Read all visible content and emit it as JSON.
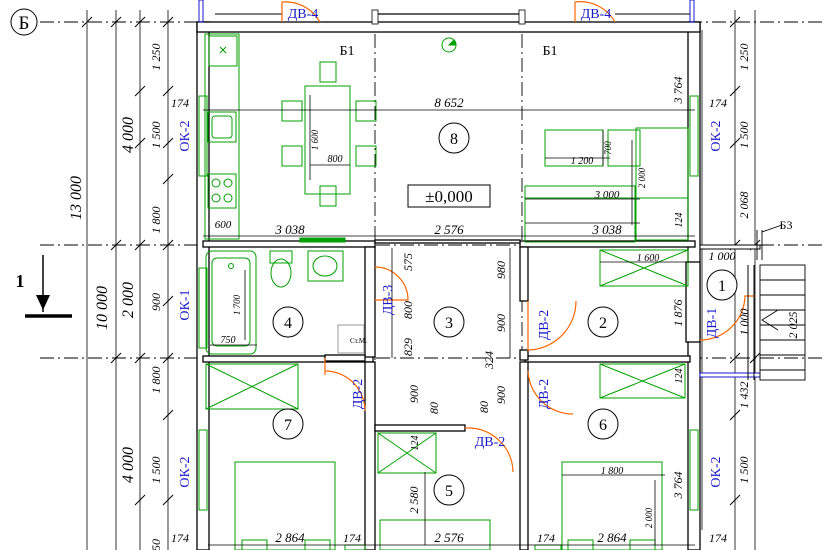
{
  "axis_label": "Б",
  "section_marker": {
    "number": "1"
  },
  "openings": {
    "dv4": "ДВ-4",
    "dv3": "ДВ-3",
    "dv2": "ДВ-2",
    "dv1": "ДВ-1",
    "ok2": "ОК-2",
    "ok1": "ОК-1",
    "b1": "Б1",
    "b3": "Б3"
  },
  "rooms": [
    "1",
    "2",
    "3",
    "4",
    "5",
    "6",
    "7",
    "8"
  ],
  "level_mark": "±0,000",
  "equipment_label": "Ст.М.",
  "left_dimensions": {
    "total": "13 000",
    "sub": "10 000",
    "zone_top": "4 000",
    "zone_mid": "2 000",
    "zone_bot": "4 000",
    "d1250": "1 250",
    "d1500a": "1 500",
    "d1800a": "1 800",
    "d900": "900",
    "d1800b": "1 800",
    "d1500b": "1 500"
  },
  "right_dimensions": {
    "d1250": "1 250",
    "d1500a": "1 500",
    "d2068": "2 068",
    "d1000": "1 000",
    "d1432": "1 432",
    "d1500b": "1 500",
    "d2025": "2 025"
  },
  "inner_dimensions": {
    "d8652": "8 652",
    "d174a": "174",
    "d174b": "174",
    "d174c": "174",
    "d174d": "174",
    "d3764a": "3 764",
    "d3764b": "3 764",
    "d1600v": "1 600",
    "d800h": "800",
    "d1200": "1 200",
    "d700": "700",
    "d2000a": "2 000",
    "d3000": "3 000",
    "d124a": "124",
    "d124b": "124",
    "d124c": "124",
    "d600": "600",
    "d3038a": "3 038",
    "d2576a": "2 576",
    "d3038b": "3 038",
    "d575": "575",
    "d800v": "800",
    "d829": "829",
    "d980": "980",
    "d900a": "900",
    "d324": "324",
    "d900b": "900",
    "d80a": "80",
    "d900c": "900",
    "d80b": "80",
    "d1700": "1 700",
    "d750": "750",
    "d1600h": "1 600",
    "d1000b": "1 000",
    "d1876": "1 876",
    "d1800": "1 800",
    "d2000b": "2 000",
    "d2580": "2 580",
    "d2864a": "2 864",
    "d2576b": "2 576",
    "d2864b": "2 864",
    "d174e": "174",
    "d50": "50"
  }
}
